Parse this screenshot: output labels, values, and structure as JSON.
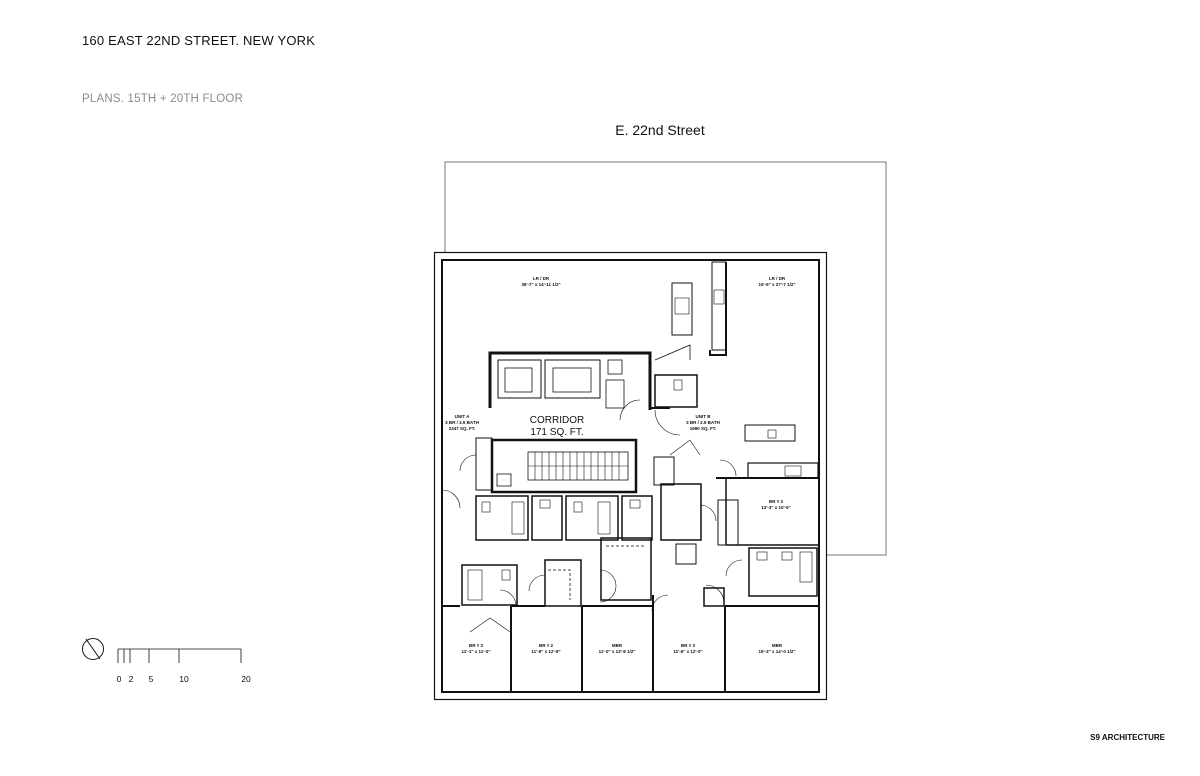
{
  "header": {
    "title": "160 EAST 22ND STREET. NEW YORK",
    "subtitle": "PLANS. 15TH + 20TH FLOOR"
  },
  "street_label": "E. 22nd Street",
  "credit": "S9 ARCHITECTURE",
  "corridor": {
    "name": "CORRIDOR",
    "area": "171 SQ. FT."
  },
  "units": [
    {
      "name": "UNIT A",
      "rooms": "3 BR / 3.5 BATH",
      "area": "2347 SQ. FT."
    },
    {
      "name": "UNIT B",
      "rooms": "3 BR / 2.5 BATH",
      "area": "1690 SQ. FT."
    }
  ],
  "rooms": [
    {
      "name": "LR / DR",
      "dims": "36'-7\" x 14'-11 1/2\""
    },
    {
      "name": "LR / DR",
      "dims": "15'-6\" x 27'-7 1/2\""
    },
    {
      "name": "BR # 2",
      "dims": "13'-3\" x 10'-6\""
    },
    {
      "name": "BR # 3",
      "dims": "11'-1\" x 11'-0\""
    },
    {
      "name": "BR # 2",
      "dims": "11'-9\" x 12'-8\""
    },
    {
      "name": "MBR",
      "dims": "11'-0\" x 13'-8 1/2\""
    },
    {
      "name": "BR # 3",
      "dims": "11'-6\" x 12'-0\""
    },
    {
      "name": "MBR",
      "dims": "15'-3\" x 14'-0 1/2\""
    }
  ],
  "scale_bar": {
    "ticks": [
      "0",
      "2",
      "5",
      "10",
      "20"
    ]
  }
}
